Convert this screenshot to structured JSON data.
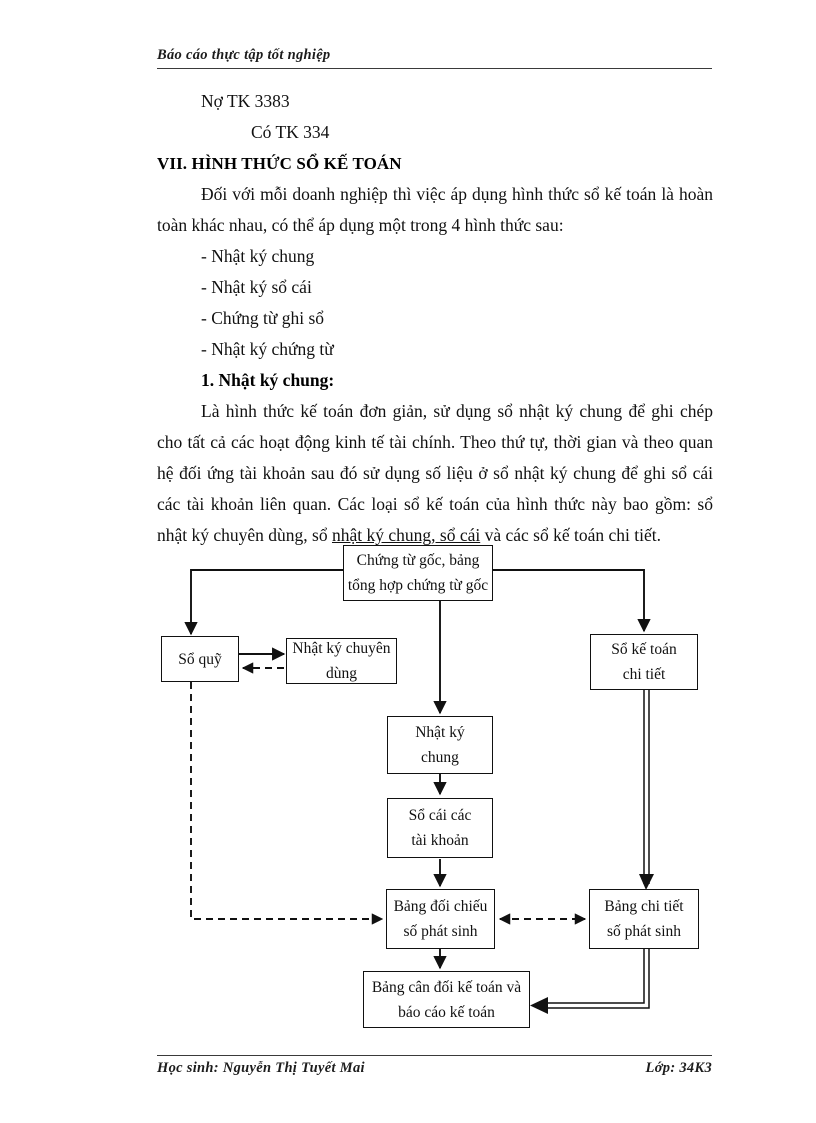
{
  "header": {
    "title": "Báo cáo thực tập tốt nghiệp"
  },
  "body": {
    "entry_debit": "Nợ TK 3383",
    "entry_credit": "Có TK 334",
    "section_heading": "VII. HÌNH THỨC SỔ KẾ TOÁN",
    "intro_paragraph": "Đối với mỗi doanh nghiệp thì việc áp dụng hình thức sổ kế toán là hoàn toàn khác nhau, có thể áp dụng một trong 4 hình thức sau:",
    "bullets": [
      "- Nhật ký chung",
      "- Nhật ký sổ cái",
      "- Chứng từ ghi sổ",
      "- Nhật ký chứng từ"
    ],
    "sub_heading": "1. Nhật ký chung:",
    "main_paragraph_part1": "Là hình thức kế toán đơn giản, sử dụng sổ nhật ký chung để ghi chép cho tất cả các hoạt động kinh tế tài chính. Theo thứ tự, thời gian và theo quan hệ đối ứng tài khoản sau đó sử dụng số liệu ở sổ nhật ký chung để ghi sổ cái các tài khoản liên quan. Các loại sổ kế toán của hình thức này bao gồm: sổ nhật ký chuyên dùng, sổ ",
    "main_paragraph_underlined": "nhật ký chung, sổ cái",
    "main_paragraph_part2": " và các sổ kế toán chi tiết."
  },
  "diagram": {
    "nodes": {
      "source_documents": {
        "line1": "Chứng từ gốc, bảng",
        "line2": "tổng hợp chứng từ gốc"
      },
      "cash_book": {
        "line1": "Sổ quỹ",
        "line2": ""
      },
      "special_journal": {
        "line1": "Nhật ký chuyên",
        "line2": "dùng"
      },
      "detail_ledger": {
        "line1": "Sổ kế toán",
        "line2": "chi tiết"
      },
      "general_journal": {
        "line1": "Nhật ký",
        "line2": "chung"
      },
      "general_ledger": {
        "line1": "Sổ cái các",
        "line2": "tài khoản"
      },
      "trial_balance": {
        "line1": "Bảng đối chiếu",
        "line2": "số phát sinh"
      },
      "detail_balance": {
        "line1": "Bảng chi tiết",
        "line2": "số phát sinh"
      },
      "final_report": {
        "line1": "Bảng cân đối kế toán và",
        "line2": "báo cáo kế toán"
      }
    },
    "line_color": "#111111"
  },
  "footer": {
    "student": "Học sinh: Nguyễn Thị Tuyết Mai",
    "class": "Lớp: 34K3"
  }
}
